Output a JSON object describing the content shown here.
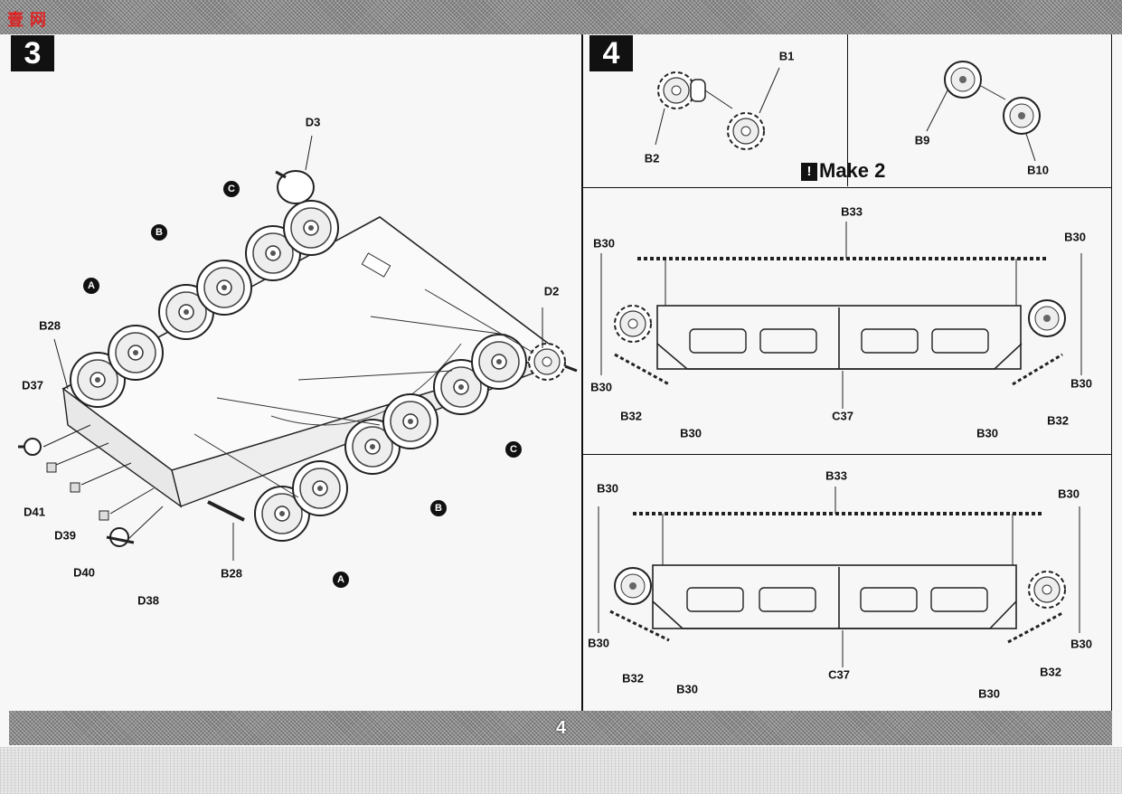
{
  "header": {
    "watermark": "壹 网"
  },
  "footer": {
    "page_number": "4"
  },
  "step3": {
    "number": "3",
    "labels": {
      "D3": "D3",
      "D2": "D2",
      "B28_left": "B28",
      "B28_bottom": "B28",
      "D37": "D37",
      "D41": "D41",
      "D39": "D39",
      "D40": "D40",
      "D38": "D38"
    },
    "markers": {
      "A_top": "A",
      "B_top": "B",
      "C_top": "C",
      "C_right": "C",
      "B_bottom": "B",
      "A_bottom": "A"
    }
  },
  "step4": {
    "number": "4",
    "sprocket": {
      "B1": "B1",
      "B2": "B2"
    },
    "idler": {
      "B9": "B9",
      "B10": "B10"
    },
    "note": "Make 2",
    "top_assembly": {
      "B33": "B33",
      "B30_tl": "B30",
      "B30_tr": "B30",
      "B30_ml": "B30",
      "B30_mr": "B30",
      "B32_l": "B32",
      "B32_r": "B32",
      "B30_bl": "B30",
      "B30_br": "B30",
      "C37": "C37"
    },
    "bottom_assembly": {
      "B33": "B33",
      "B30_tl": "B30",
      "B30_tr": "B30",
      "B30_ml": "B30",
      "B30_mr": "B30",
      "B32_l": "B32",
      "B32_r": "B32",
      "B30_bl": "B30",
      "B30_br": "B30",
      "C37": "C37"
    }
  },
  "icons": {
    "warning": "!",
    "wheel": "road-wheel",
    "sprocket": "drive-sprocket"
  }
}
